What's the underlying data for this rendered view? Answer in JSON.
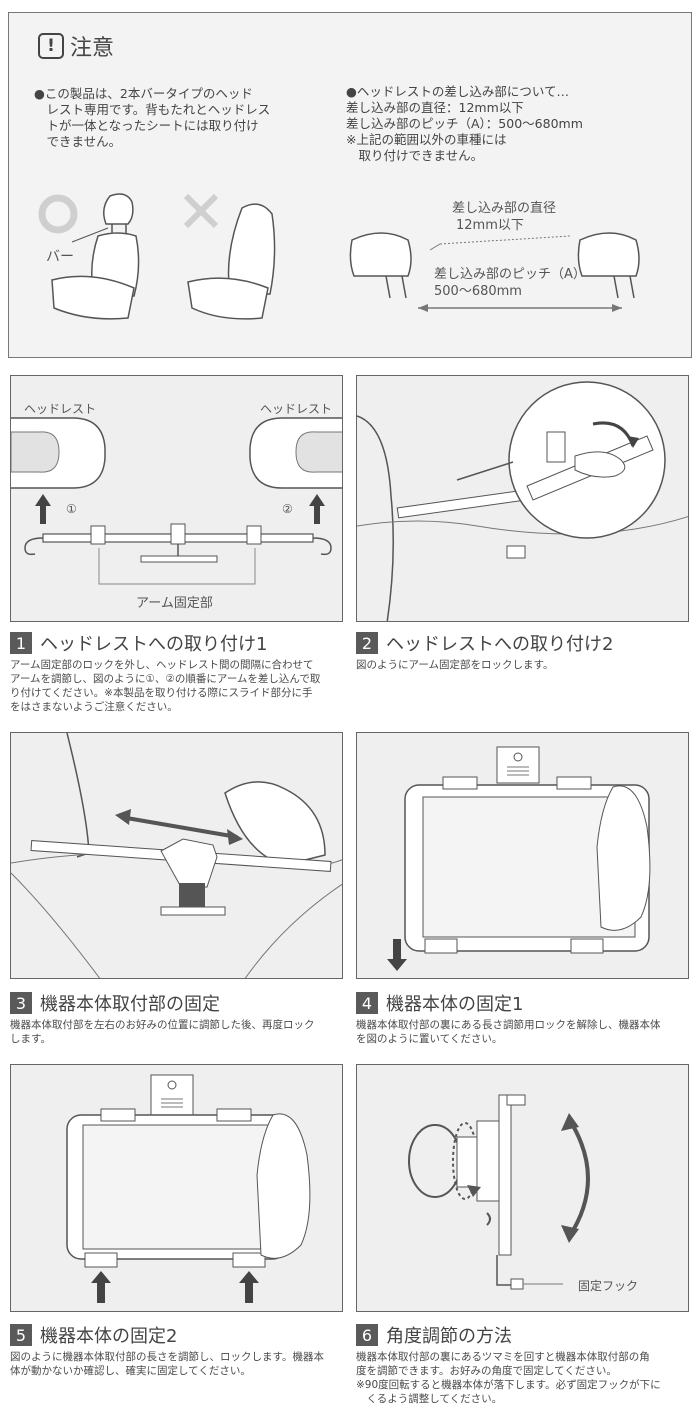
{
  "caution": {
    "mark": "!",
    "title": "注意",
    "left_text": [
      "●この製品は、2本バータイプのヘッド",
      "　レスト専用です。背もたれとヘッドレス",
      "　トが一体となったシートには取り付け",
      "　できません。"
    ],
    "right_text": [
      "●ヘッドレストの差し込み部について…",
      "差し込み部の直径：12mm以下",
      "差し込み部のピッチ（A）：500〜680mm",
      "※上記の範囲以外の車種には",
      "　取り付けできません。"
    ],
    "ok_label": "バー",
    "diameter_label_1": "差し込み部の直径",
    "diameter_label_2": "12mm以下",
    "pitch_label_1": "差し込み部のピッチ（A）",
    "pitch_label_2": "500〜680mm"
  },
  "step1": {
    "num": "1",
    "title": "ヘッドレストへの取り付け1",
    "desc": [
      "アーム固定部のロックを外し、ヘッドレスト間の間隔に合わせて",
      "アームを調節し、図のように①、②の順番にアームを差し込んで取",
      "り付けてください。※本製品を取り付ける際にスライド部分に手",
      "をはさまないようご注意ください。"
    ],
    "headrest_left": "ヘッドレスト",
    "headrest_right": "ヘッドレスト",
    "mark1": "①",
    "mark2": "②",
    "arm_label": "アーム固定部"
  },
  "step2": {
    "num": "2",
    "title": "ヘッドレストへの取り付け2",
    "desc": [
      "図のようにアーム固定部をロックします。"
    ]
  },
  "step3": {
    "num": "3",
    "title": "機器本体取付部の固定",
    "desc": [
      "機器本体取付部を左右のお好みの位置に調節した後、再度ロック",
      "します。"
    ]
  },
  "step4": {
    "num": "4",
    "title": "機器本体の固定1",
    "desc": [
      "機器本体取付部の裏にある長さ調節用ロックを解除し、機器本体",
      "を図のように置いてください。"
    ]
  },
  "step5": {
    "num": "5",
    "title": "機器本体の固定2",
    "desc": [
      "図のように機器本体取付部の長さを調節し、ロックします。機器本",
      "体が動かないか確認し、確実に固定してください。"
    ]
  },
  "step6": {
    "num": "6",
    "title": "角度調節の方法",
    "desc": [
      "機器本体取付部の裏にあるツマミを回すと機器本体取付部の角",
      "度を調節できます。お好みの角度で固定してください。",
      "※90度回転すると機器本体が落下します。必ず固定フックが下に",
      "　くるよう調整してください。"
    ],
    "hook_label": "固定フック"
  }
}
